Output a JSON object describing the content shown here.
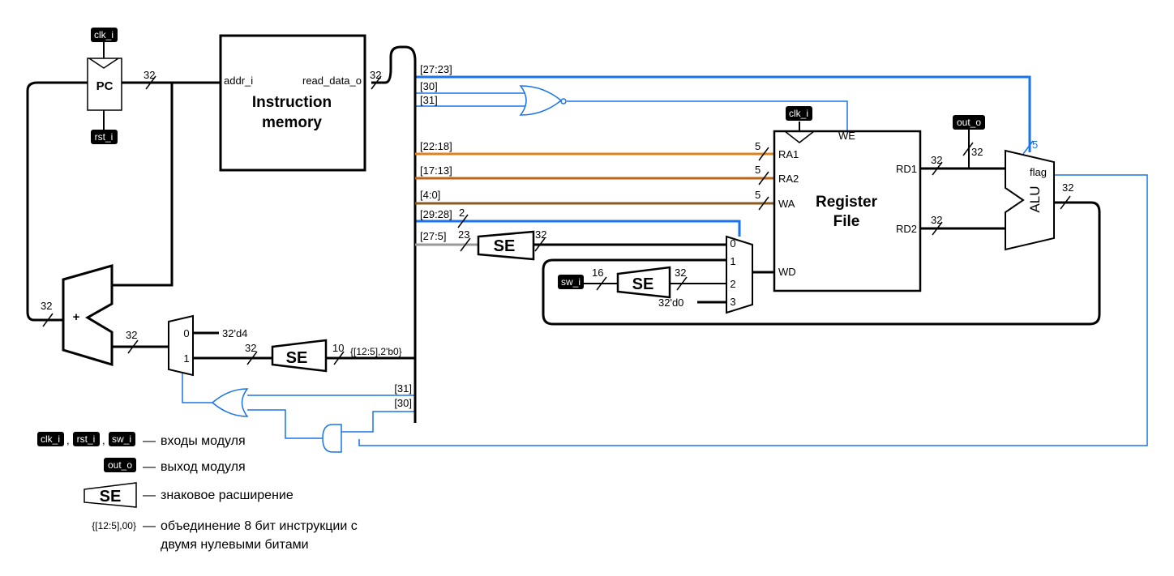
{
  "pins": {
    "clk": "clk_i",
    "rst": "rst_i",
    "sw": "sw_i",
    "out": "out_o"
  },
  "blocks": {
    "pc": "PC",
    "imem_line1": "Instruction",
    "imem_line2": "memory",
    "imem_addr": "addr_i",
    "imem_read": "read_data_o",
    "rf_line1": "Register",
    "rf_line2": "File",
    "rf_ra1": "RA1",
    "rf_ra2": "RA2",
    "rf_wa": "WA",
    "rf_wd": "WD",
    "rf_we": "WE",
    "rf_rd1": "RD1",
    "rf_rd2": "RD2",
    "alu": "ALU",
    "alu_flag": "flag",
    "se": "SE",
    "adder": "+"
  },
  "bus_fields": {
    "f27_23": "[27:23]",
    "f30": "[30]",
    "f31": "[31]",
    "f22_18": "[22:18]",
    "f17_13": "[17:13]",
    "f4_0": "[4:0]",
    "f29_28": "[29:28]",
    "f27_5": "[27:5]",
    "concat": "{[12:5],2'b0}"
  },
  "widths": {
    "w32": "32",
    "w5": "5",
    "w2": "2",
    "w23": "23",
    "w16": "16",
    "w10": "10"
  },
  "mux_labels": {
    "i0": "0",
    "i1": "1",
    "i2": "2",
    "i3": "3"
  },
  "constants": {
    "d4": "32'd4",
    "d0": "32'd0"
  },
  "legend": {
    "sep": ",",
    "dash": "—",
    "inputs": "входы модуля",
    "output": "выход модуля",
    "se": "знаковое расширение",
    "concat_sample": "{[12:5],00}",
    "concat_line1": "объединение 8 бит инструкции с",
    "concat_line2": "двумя нулевыми битами"
  }
}
